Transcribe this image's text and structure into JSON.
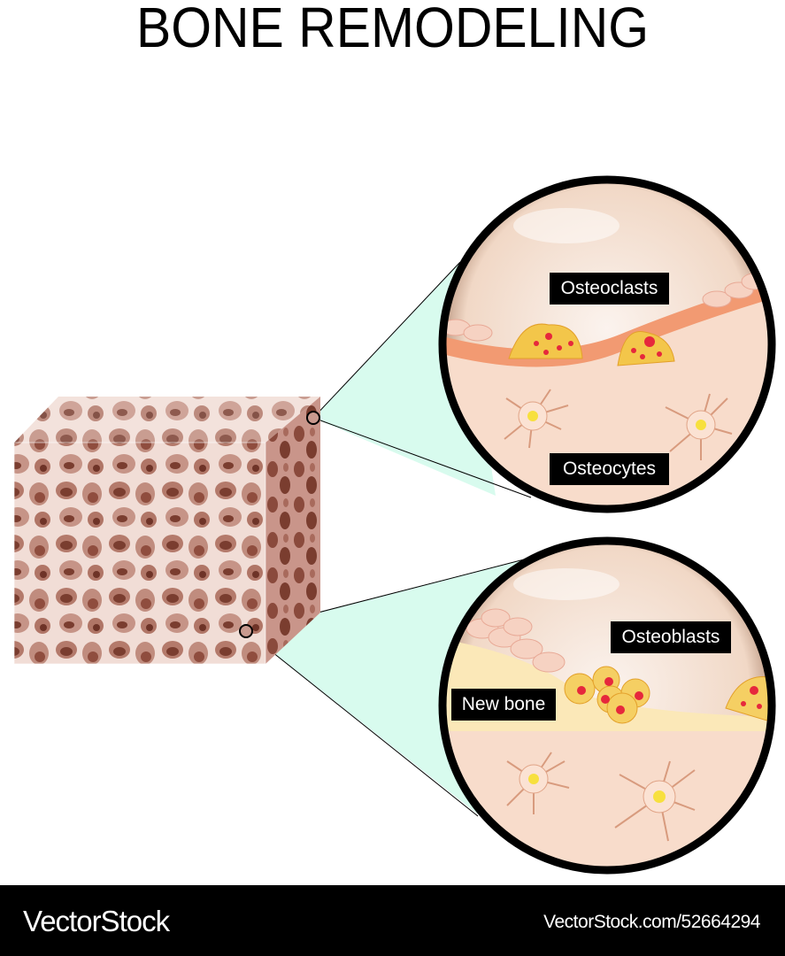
{
  "title": "BONE REMODELING",
  "labels": {
    "osteoclasts": "Osteoclasts",
    "osteocytes": "Osteocytes",
    "osteoblasts": "Osteoblasts",
    "new_bone": "New bone"
  },
  "footer": {
    "brand": "VectorStock",
    "url": "VectorStock.com/52664294"
  },
  "colors": {
    "label_bg": "#000000",
    "label_text": "#ffffff",
    "zoom_cone": "#d8fbee",
    "bone_tissue": "#b98274",
    "lens_rim": "#000000",
    "matrix": "#f8dccb",
    "new_bone": "#fbe8b8",
    "osteoclast": "#f3c64a",
    "nucleus_red": "#e6283c"
  }
}
